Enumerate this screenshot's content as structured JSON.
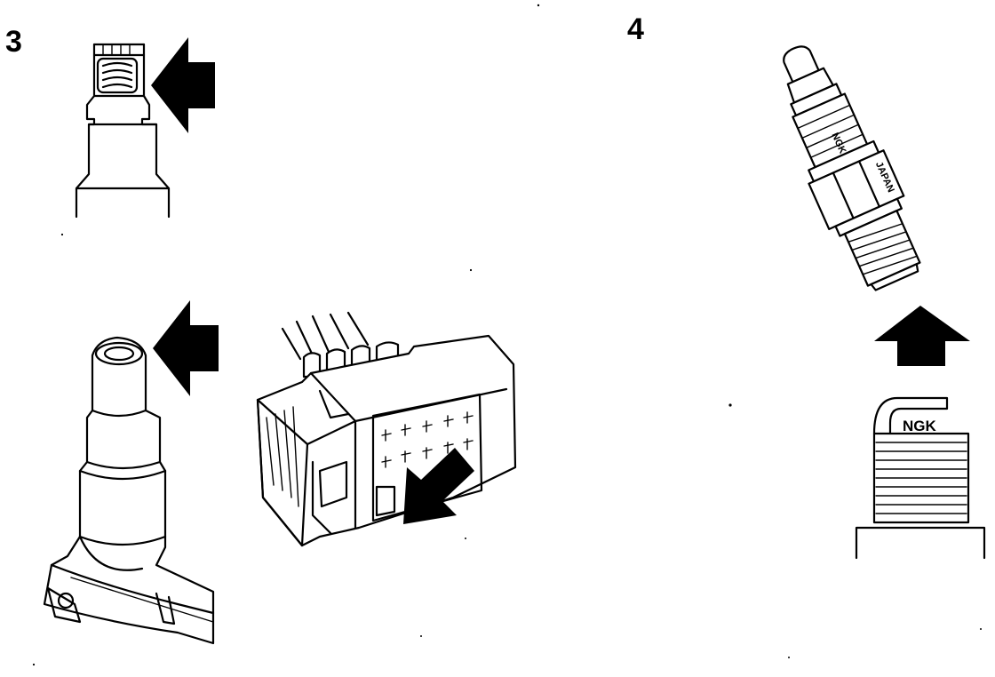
{
  "steps": [
    {
      "number": "3"
    },
    {
      "number": "4"
    }
  ],
  "spark_plug": {
    "brand_mark": "NGK",
    "origin_mark": "JAPAN",
    "gauge_logo": "NGK"
  }
}
